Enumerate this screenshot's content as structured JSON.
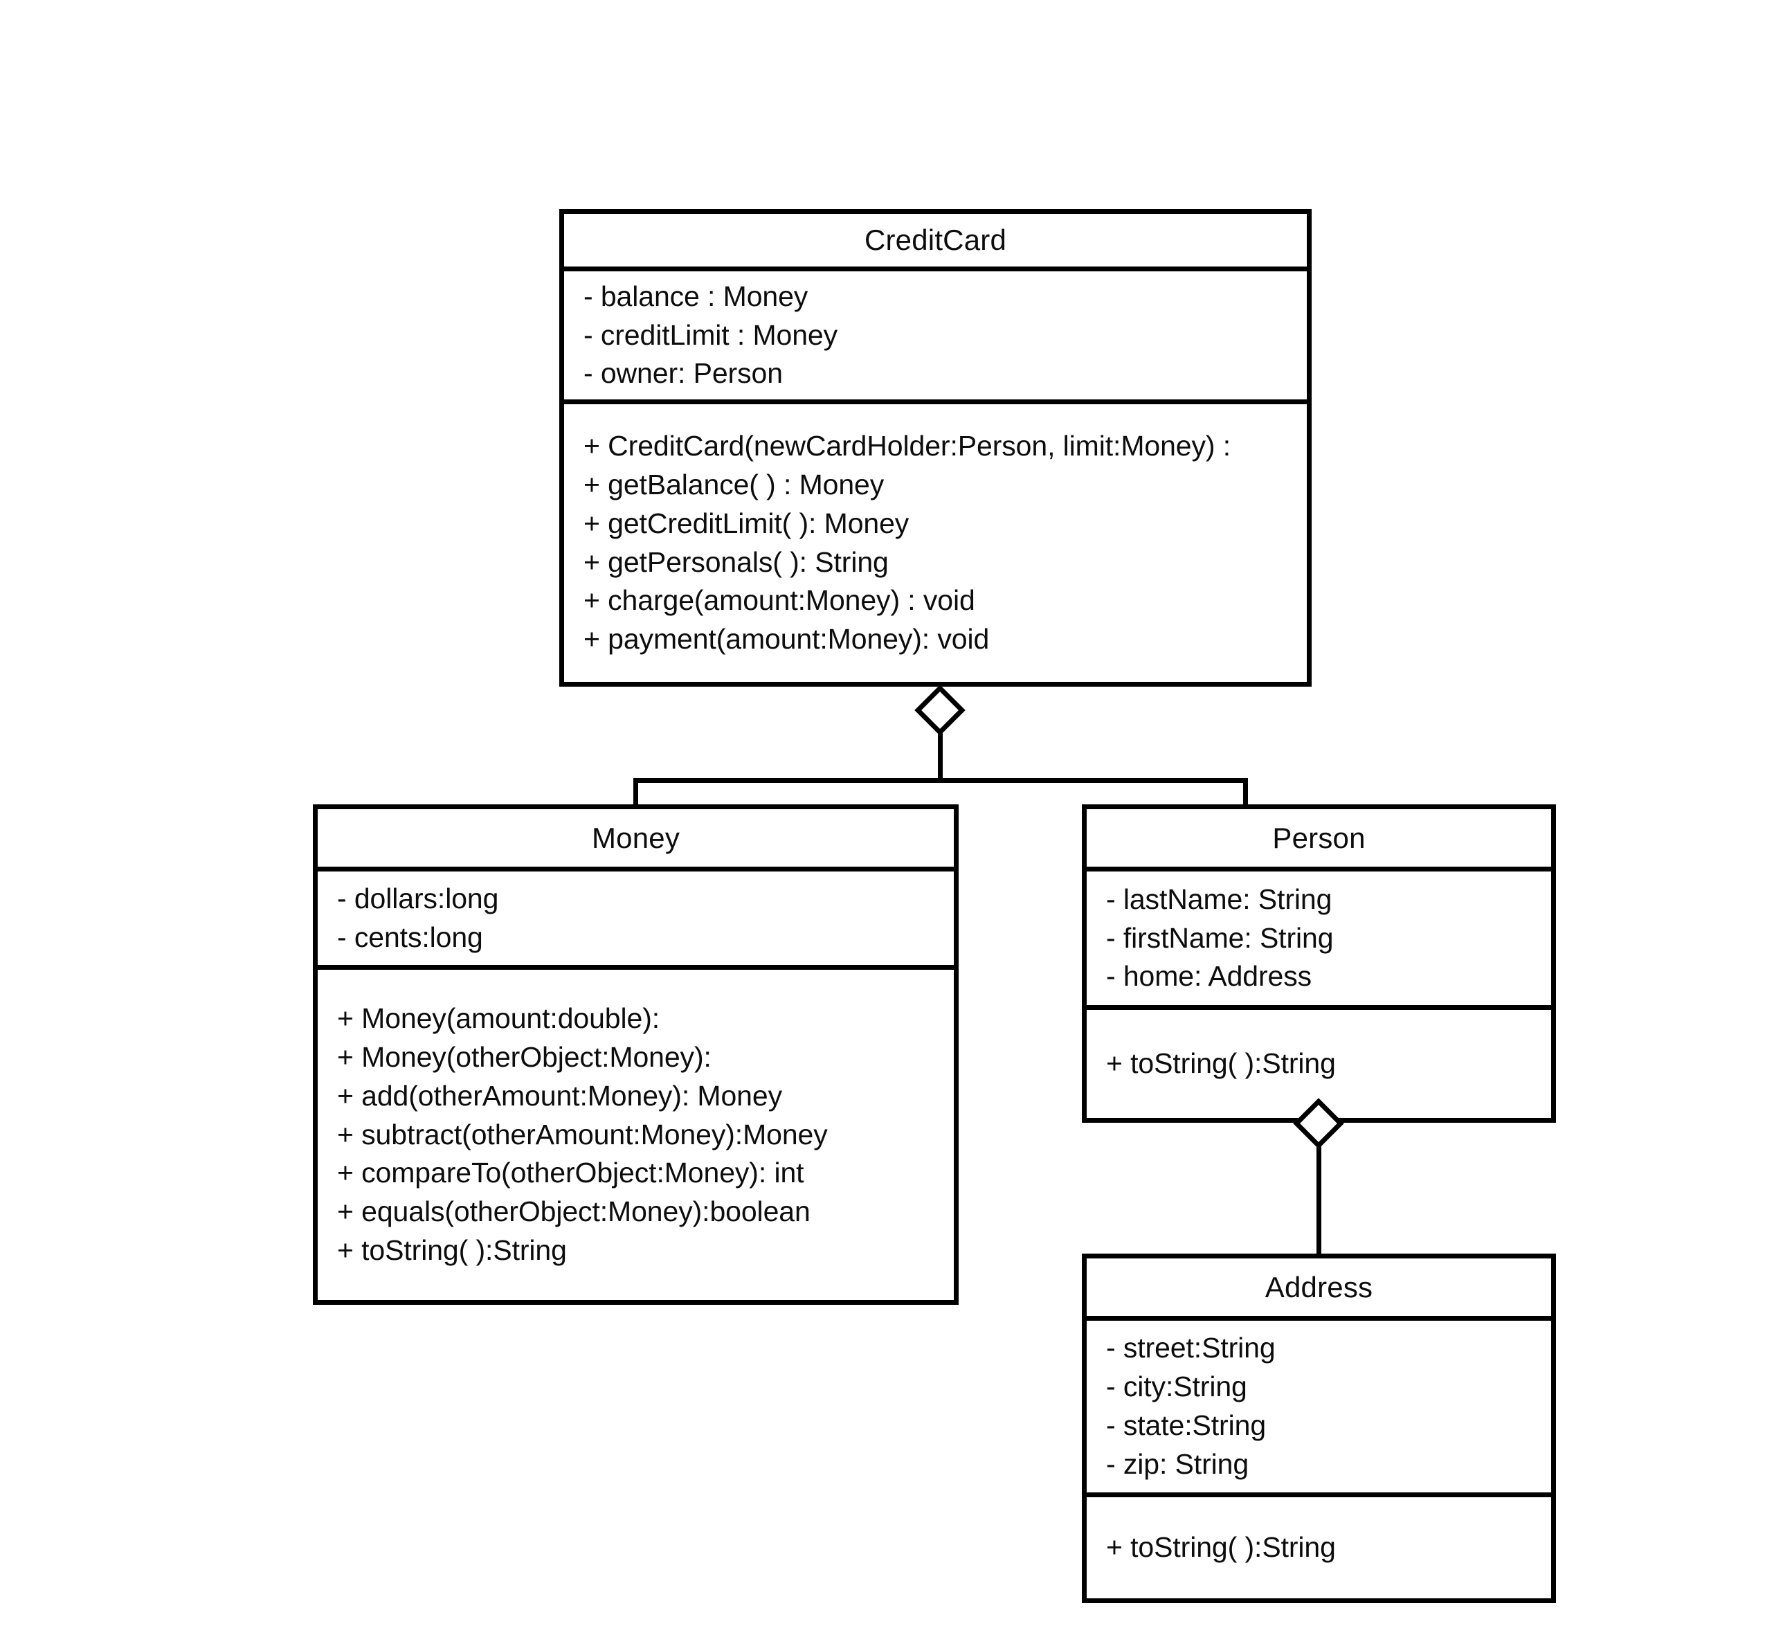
{
  "diagram": {
    "title": "CreditCard UML Class Diagram",
    "type": "uml-class-diagram",
    "background_color": "#ffffff",
    "line_color": "#000000",
    "text_color": "#0d0d0d"
  },
  "classes": {
    "creditcard": {
      "name": "CreditCard",
      "attributes": [
        "- balance : Money",
        "- creditLimit : Money",
        "- owner: Person"
      ],
      "methods": [
        "+ CreditCard(newCardHolder:Person, limit:Money) :",
        "+ getBalance( ) : Money",
        "+ getCreditLimit( ): Money",
        "+ getPersonals( ): String",
        "+ charge(amount:Money) : void",
        "+ payment(amount:Money): void"
      ]
    },
    "money": {
      "name": "Money",
      "attributes": [
        "- dollars:long",
        "- cents:long"
      ],
      "methods": [
        "+ Money(amount:double):",
        "+ Money(otherObject:Money):",
        "+ add(otherAmount:Money): Money",
        "+ subtract(otherAmount:Money):Money",
        "+ compareTo(otherObject:Money): int",
        "+ equals(otherObject:Money):boolean",
        "+ toString( ):String"
      ]
    },
    "person": {
      "name": "Person",
      "attributes": [
        "- lastName: String",
        "- firstName: String",
        "- home: Address"
      ],
      "methods": [
        "+ toString( ):String"
      ]
    },
    "address": {
      "name": "Address",
      "attributes": [
        "- street:String",
        "- city:String",
        "- state:String",
        "- zip: String"
      ],
      "methods": [
        "+ toString( ):String"
      ]
    }
  },
  "relationships": [
    {
      "id": "creditcard-money",
      "from": "CreditCard",
      "to": "Money",
      "type": "aggregation",
      "marker": "hollow-diamond"
    },
    {
      "id": "creditcard-person",
      "from": "CreditCard",
      "to": "Person",
      "type": "aggregation",
      "marker": "hollow-diamond"
    },
    {
      "id": "person-address",
      "from": "Person",
      "to": "Address",
      "type": "aggregation",
      "marker": "hollow-diamond"
    }
  ]
}
